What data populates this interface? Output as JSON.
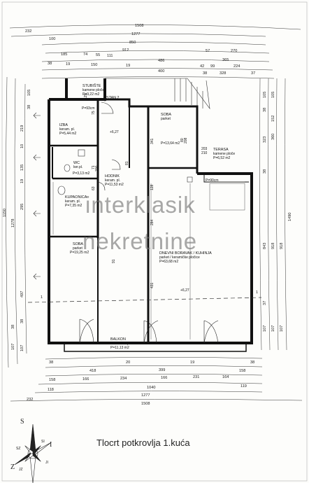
{
  "caption": "Tlocrt potkrovlja 1.kuća",
  "watermark": {
    "line1": "interklasik",
    "line2": "nekretnine"
  },
  "dims_top": [
    "1508",
    "232",
    "1277",
    "100",
    "850",
    "912",
    "185",
    "74",
    "55",
    "111",
    "57",
    "270",
    "486",
    "365",
    "38",
    "19",
    "150",
    "19",
    "42",
    "99",
    "224",
    "400",
    "38",
    "328",
    "37"
  ],
  "dims_bottom": [
    "38",
    "20",
    "19",
    "38",
    "418",
    "399",
    "158",
    "166",
    "234",
    "166",
    "231",
    "164",
    "158",
    "1040",
    "119",
    "118",
    "1277",
    "232",
    "1508"
  ],
  "dims_left": [
    "105",
    "38",
    "219",
    "10",
    "135",
    "19",
    "295",
    "1150",
    "1278",
    "497",
    "38",
    "107",
    "38",
    "107"
  ],
  "dims_right": [
    "105",
    "105",
    "38",
    "152",
    "323",
    "360",
    "38",
    "843",
    "918",
    "918",
    "1490",
    "107",
    "37",
    "107",
    "107"
  ],
  "rooms": {
    "stubiste": {
      "name": "STUBIŠTE",
      "floor": "kamene ploče",
      "area": "P=9,22 m2"
    },
    "stan": "STAN 2",
    "izba": {
      "name": "IZBA",
      "floor": "keram. pl.",
      "area": "P=5,44 m2"
    },
    "soba1": {
      "name": "SOBA",
      "floor": "parket",
      "area": "P=13,64 m2"
    },
    "wc": {
      "name": "WC",
      "floor": "ker.pl.",
      "area": "P=3,13 m2"
    },
    "hodnik": {
      "name": "HODNIK",
      "floor": "keram. pl.",
      "area": "P=11,53 m2"
    },
    "terasa": {
      "name": "TERASA",
      "floor": "kamene ploče",
      "area": "P=6,52 m2"
    },
    "kupaonica": {
      "name": "KUPAONICA",
      "floor": "keram. pl.",
      "area": "P=7,35 m2"
    },
    "dnevni": {
      "name": "DNEVNI BORAVAK / KUHINJA",
      "floor": "parket / keramičke pločice",
      "area": "P=63,68 m2"
    },
    "soba2": {
      "name": "SOBA",
      "floor": "parket",
      "area": "P=19,25 m2"
    },
    "balkon": {
      "name": "BALKON",
      "floor": "keramičke pločice",
      "area": "P=11,13 m2"
    }
  },
  "labels": {
    "p93": "P=93cm",
    "p90": "P=90cm",
    "level": "+6,27",
    "level2": "+6,27",
    "d341": "341",
    "d128": "128",
    "d284": "284",
    "d431": "431",
    "d71": "71",
    "d200": "200",
    "d80": "80",
    "d208": "208",
    "d63": "63",
    "d81": "81",
    "d91": "91",
    "d203": "203",
    "d210": "210",
    "d125": "125",
    "d75": "75",
    "section": "1"
  },
  "compass": {
    "n": "S",
    "s": "J",
    "e": "I",
    "w": "Z",
    "ne": "SI",
    "se": "JI",
    "sw": "JZ",
    "nw": "SZ"
  }
}
